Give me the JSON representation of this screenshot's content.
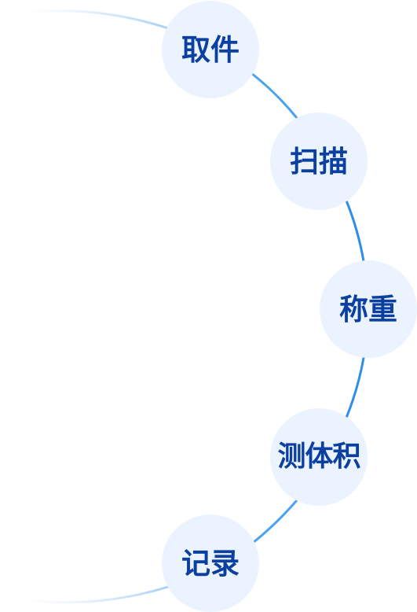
{
  "diagram": {
    "steps": [
      {
        "label": "取件"
      },
      {
        "label": "扫描"
      },
      {
        "label": "称重"
      },
      {
        "label": "测体积"
      },
      {
        "label": "记录"
      }
    ]
  },
  "colors": {
    "node_fill": "#EAF3FE",
    "label_text": "#0B3FA0",
    "arc_stroke": "#2D8EEA",
    "arc_fade": "#DCEBFB"
  }
}
